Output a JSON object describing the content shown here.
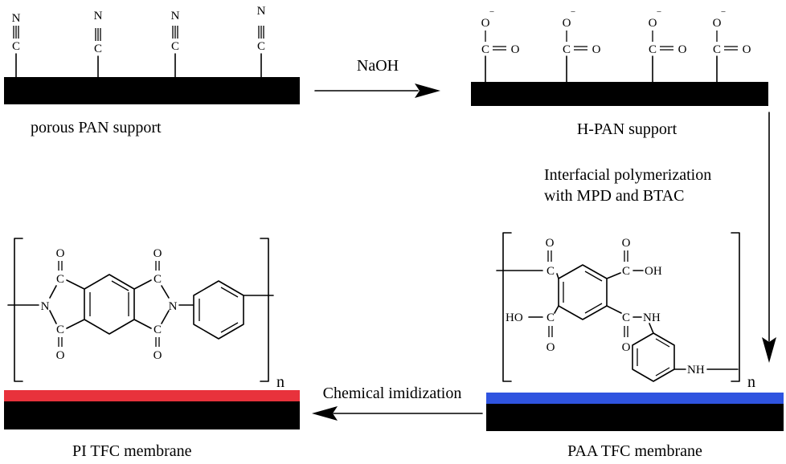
{
  "steps": {
    "pan_label": "porous PAN support",
    "naoh_label": "NaOH",
    "hpan_label": "H-PAN support",
    "ip_line1": "Interfacial polymerization",
    "ip_line2": "with MPD and BTAC",
    "imid_label": "Chemical imidization",
    "pi_label": "PI TFC membrane",
    "paa_label": "PAA TFC membrane"
  },
  "atoms": {
    "N": "N",
    "C": "C",
    "O": "O",
    "minus": "−",
    "OH": "OH",
    "HO": "HO",
    "NH": "NH",
    "n": "n"
  },
  "colors": {
    "support": "#000000",
    "pi_layer": "#e8323c",
    "paa_layer": "#2f54e0"
  }
}
